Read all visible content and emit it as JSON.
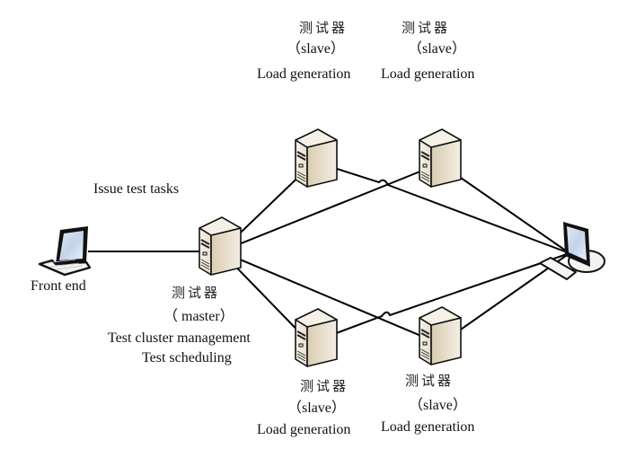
{
  "diagram": {
    "title": "Distributed load testing architecture",
    "nodes": [
      {
        "id": "frontend",
        "type": "laptop",
        "labels": [
          "Front end"
        ]
      },
      {
        "id": "master",
        "type": "server",
        "labels": [
          "测试器",
          "（ master）",
          "Test cluster management",
          "Test scheduling"
        ]
      },
      {
        "id": "slave_top_1",
        "type": "server",
        "labels": [
          "测试器",
          "（slave）",
          "Load generation"
        ]
      },
      {
        "id": "slave_top_2",
        "type": "server",
        "labels": [
          "测试器",
          "（slave）",
          "Load generation"
        ]
      },
      {
        "id": "slave_bot_1",
        "type": "server",
        "labels": [
          "测试器",
          "（slave）",
          "Load generation"
        ]
      },
      {
        "id": "slave_bot_2",
        "type": "server",
        "labels": [
          "测试器",
          "（slave）",
          "Load generation"
        ]
      },
      {
        "id": "target",
        "type": "desktop",
        "labels": []
      }
    ],
    "edges": [
      {
        "from": "frontend",
        "to": "master",
        "label": "Issue test tasks"
      },
      {
        "from": "master",
        "to": "slave_top_1"
      },
      {
        "from": "master",
        "to": "slave_top_2"
      },
      {
        "from": "master",
        "to": "slave_bot_1"
      },
      {
        "from": "master",
        "to": "slave_bot_2"
      },
      {
        "from": "slave_top_1",
        "to": "target"
      },
      {
        "from": "slave_top_2",
        "to": "target"
      },
      {
        "from": "slave_bot_1",
        "to": "target"
      },
      {
        "from": "slave_bot_2",
        "to": "target"
      }
    ]
  },
  "labels": {
    "issue_tasks": "Issue test tasks",
    "front_end": "Front end",
    "master_cn": "测试器",
    "master_role": "（ master）",
    "master_desc1": "Test cluster management",
    "master_desc2": "Test scheduling",
    "slave_cn": "测试器",
    "slave_role": "（slave）",
    "slave_desc": "Load generation"
  }
}
